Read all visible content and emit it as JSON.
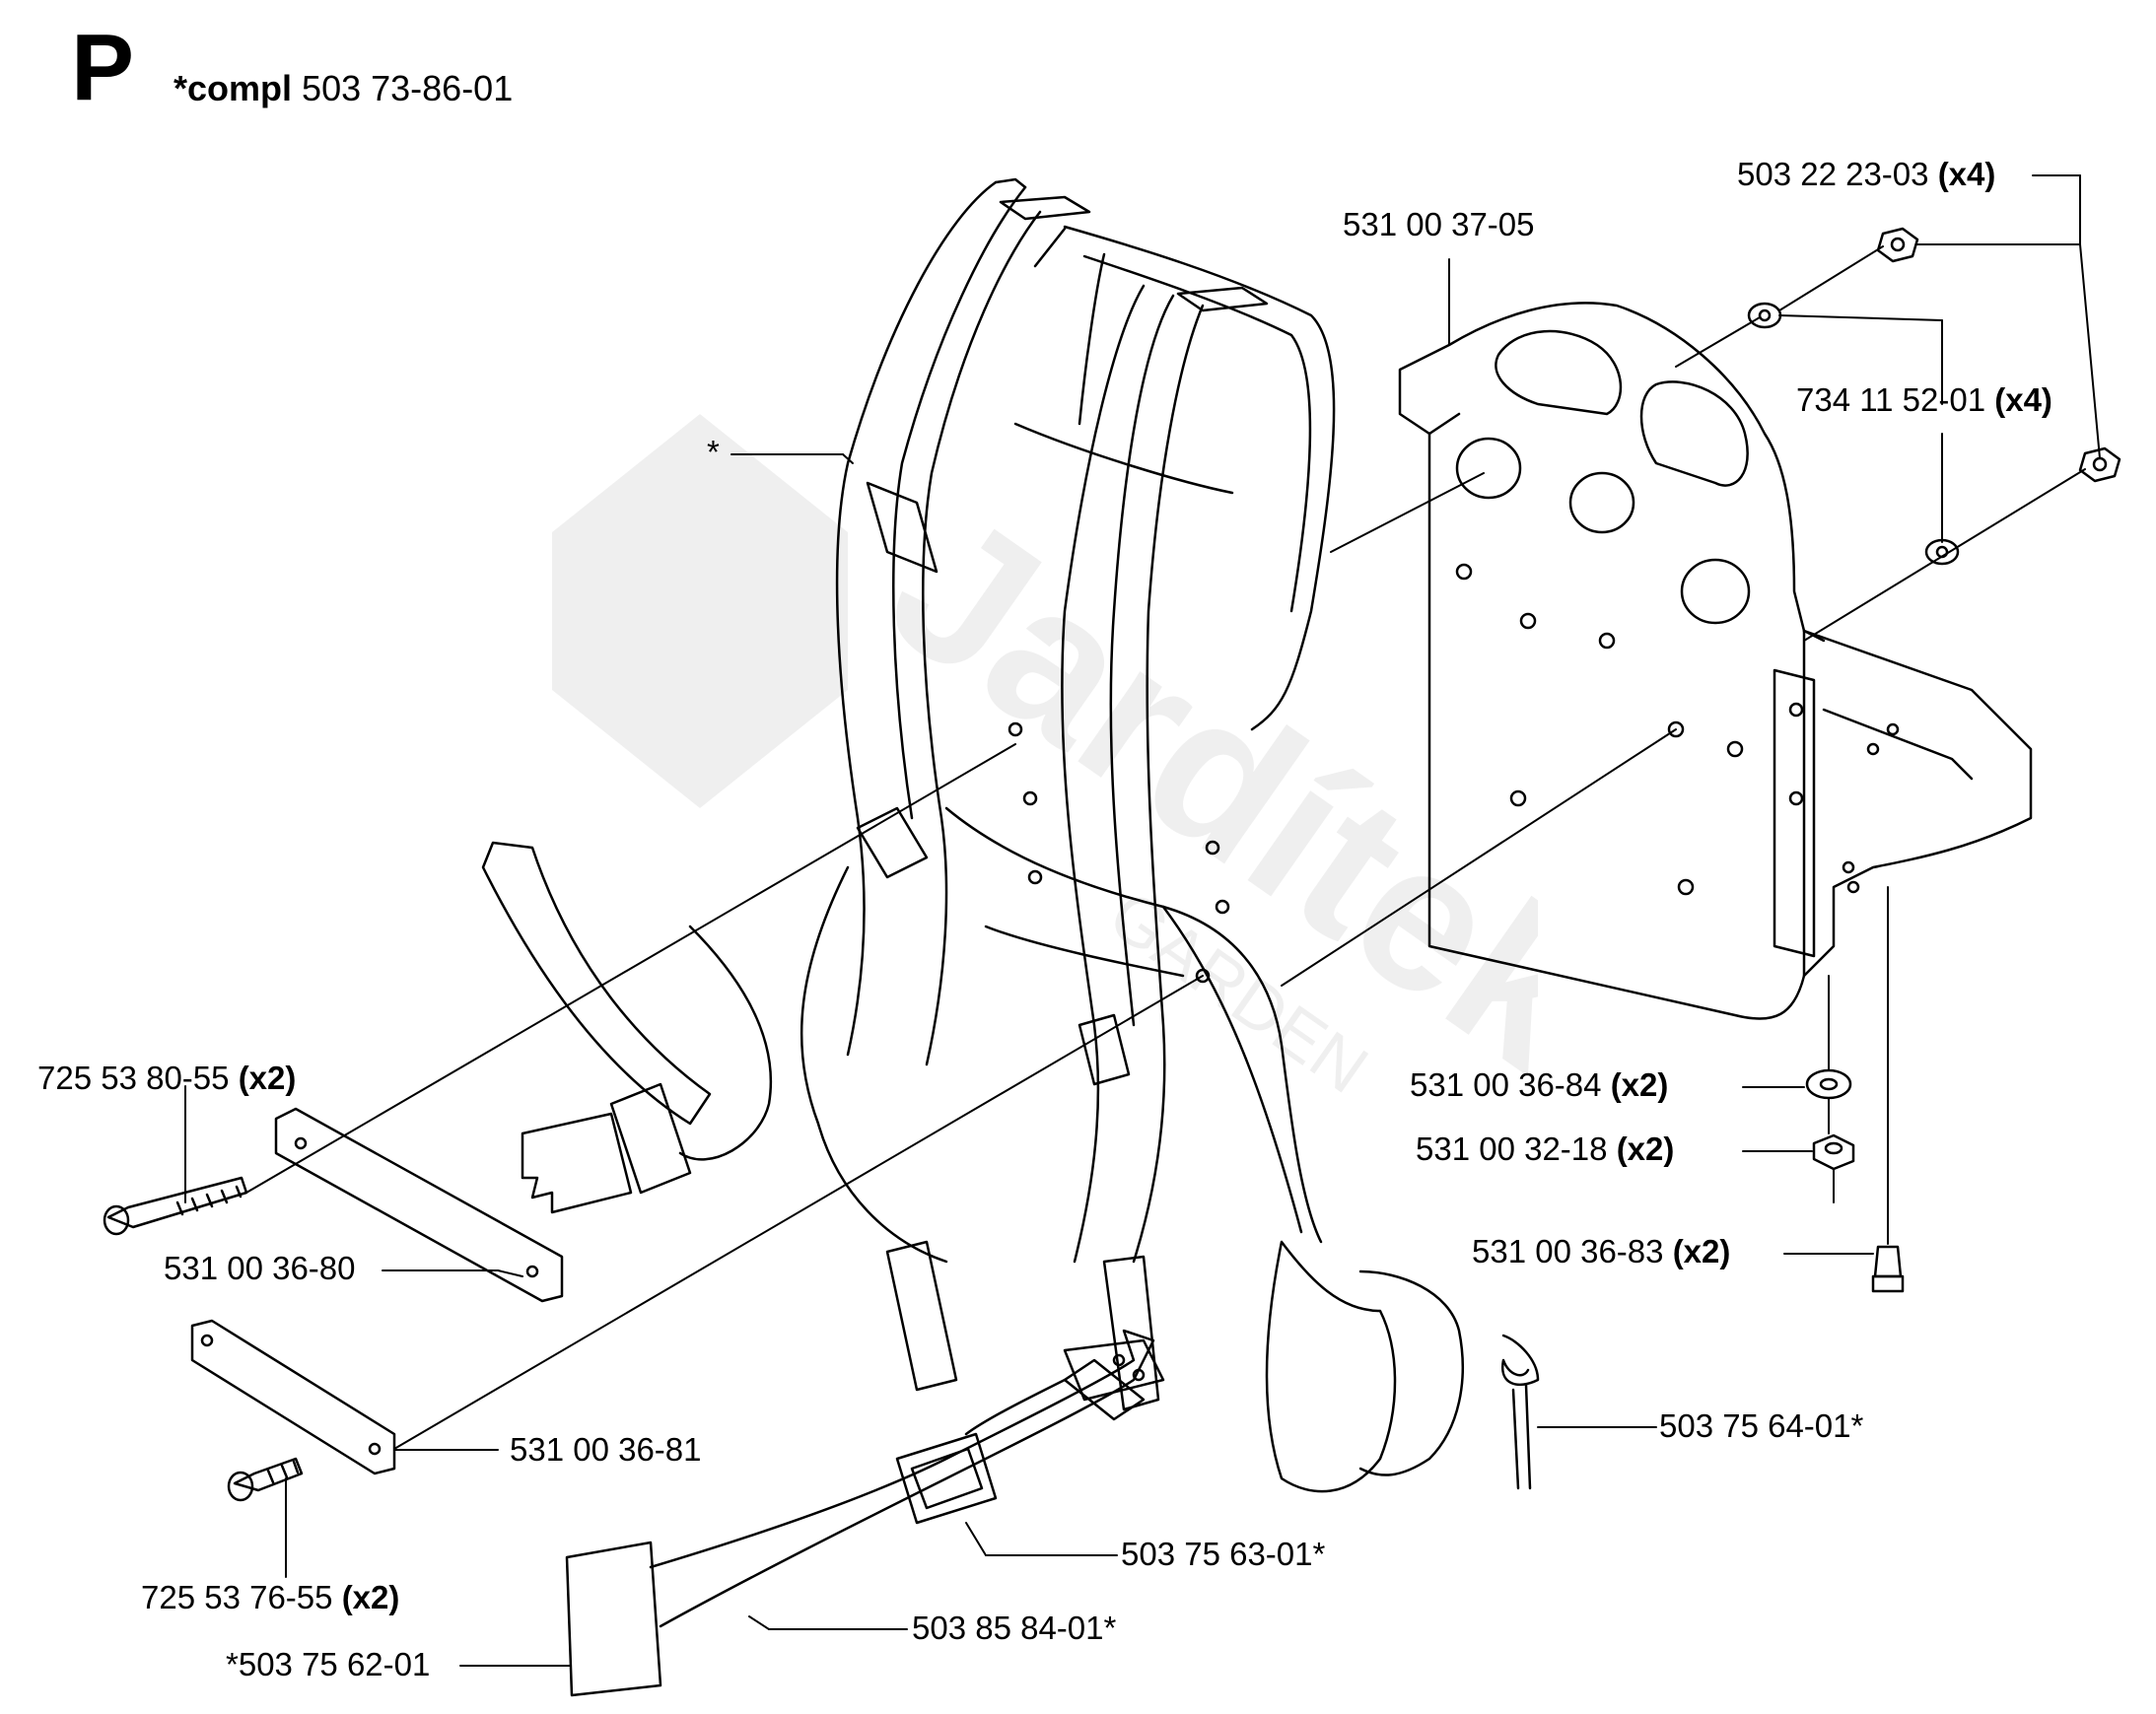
{
  "header": {
    "section": "P",
    "compl_prefix": "*compl",
    "compl_number": "503 73-86-01"
  },
  "watermark": {
    "brand": "Jardítek",
    "sub": "GARDEN"
  },
  "labels": {
    "strap_harness": "*",
    "backplate": "531 00 37-05",
    "bolt_top": "503 22 23-03",
    "bolt_top_qty": "(x4)",
    "washer_top": "734 11 52-01",
    "washer_top_qty": "(x4)",
    "screw_long": "725 53 80-55",
    "screw_long_qty": "(x2)",
    "plate_upper": "531 00 36-80",
    "plate_lower": "531 00 36-81",
    "screw_short": "725 53 76-55",
    "screw_short_qty": "(x2)",
    "washer_bottom": "531 00 36-84",
    "washer_bottom_qty": "(x2)",
    "nut_bottom": "531 00 32-18",
    "nut_bottom_qty": "(x2)",
    "bolt_bottom": "531 00 36-83",
    "bolt_bottom_qty": "(x2)",
    "clip": "503 75 64-01*",
    "buckle_slider": "503 75 63-01*",
    "waist_belt": "503 85 84-01*",
    "buckle_male": "*503 75 62-01"
  },
  "colors": {
    "line": "#000000",
    "background": "#ffffff"
  }
}
